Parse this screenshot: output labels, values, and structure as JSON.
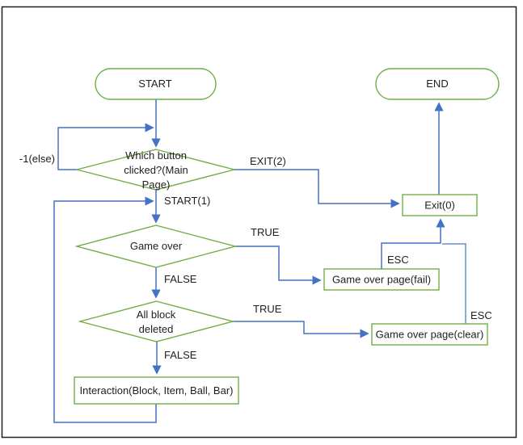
{
  "diagram": {
    "type": "flowchart",
    "nodes": {
      "start": {
        "type": "terminator",
        "label": "START"
      },
      "end": {
        "type": "terminator",
        "label": "END"
      },
      "which_button": {
        "type": "decision",
        "lines": [
          "Which button",
          "clicked?(Main",
          "Page)"
        ]
      },
      "game_over": {
        "type": "decision",
        "label": "Game over"
      },
      "all_block": {
        "type": "decision",
        "lines": [
          "All block",
          "deleted"
        ]
      },
      "interaction": {
        "type": "process",
        "label": "Interaction(Block, Item, Ball, Bar)"
      },
      "exit0": {
        "type": "process",
        "label": "Exit(0)"
      },
      "fail_page": {
        "type": "process",
        "label": "Game over page(fail)"
      },
      "clear_page": {
        "type": "process",
        "label": "Game over page(clear)"
      }
    },
    "edge_labels": {
      "minus1_else": "-1(else)",
      "exit2": "EXIT(2)",
      "start1": "START(1)",
      "game_over_true": "TRUE",
      "game_over_false": "FALSE",
      "all_block_true": "TRUE",
      "all_block_false": "FALSE",
      "esc_fail": "ESC",
      "esc_clear": "ESC"
    },
    "colors": {
      "shape_stroke": "#70AD47",
      "connector": "#4472C4",
      "connector_light": "#8EAADB",
      "text": "#1f1f1f",
      "frame": "#1f1f1f",
      "background": "#ffffff"
    }
  }
}
